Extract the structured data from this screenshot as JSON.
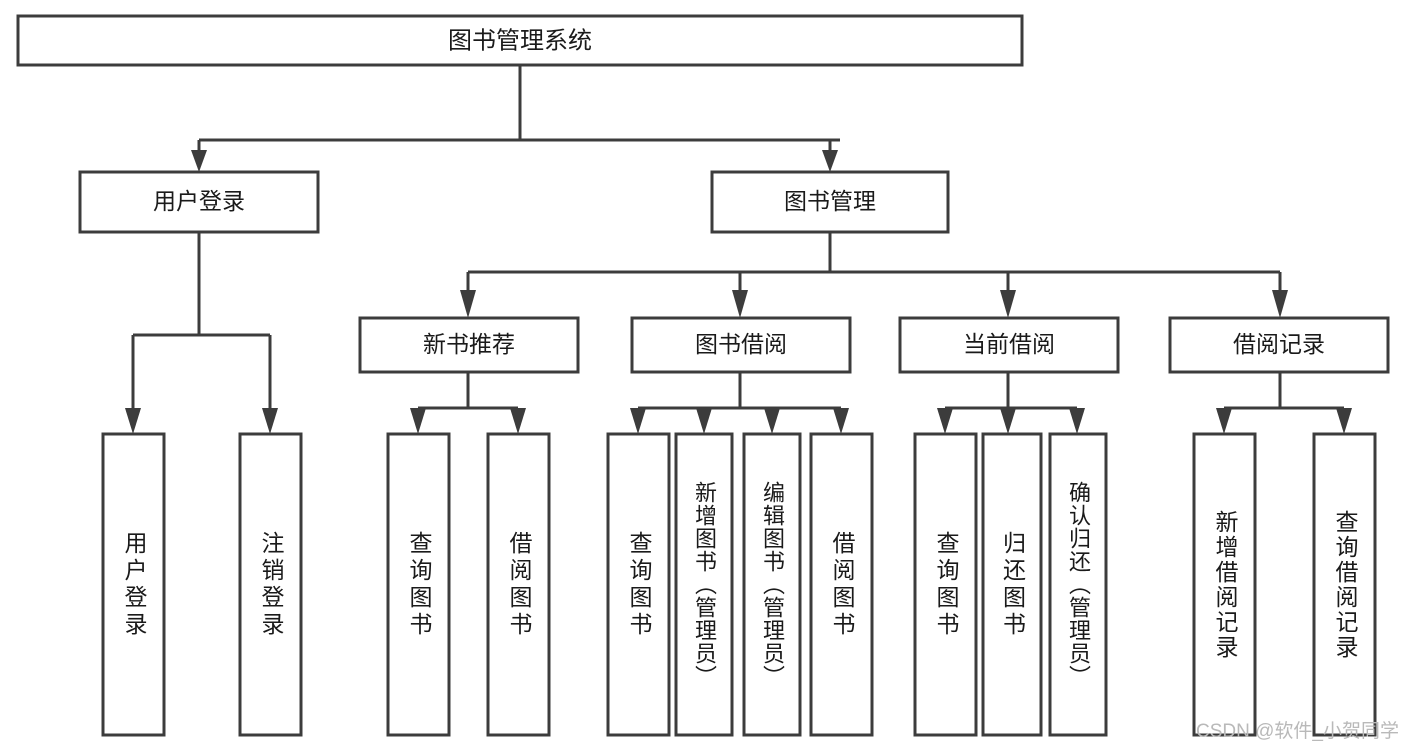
{
  "diagram": {
    "title": "图书管理系统",
    "type": "tree",
    "orientation": "top-down",
    "colors": {
      "box_fill": "#ffffff",
      "box_stroke": "#3c3c3c",
      "text": "#1a1a1a",
      "background": "#ffffff",
      "watermark": "#b9b9b9"
    },
    "root": {
      "label": "图书管理系统"
    },
    "level2": [
      {
        "label": "用户登录"
      },
      {
        "label": "图书管理"
      }
    ],
    "level3": [
      {
        "label": "新书推荐"
      },
      {
        "label": "图书借阅"
      },
      {
        "label": "当前借阅"
      },
      {
        "label": "借阅记录"
      }
    ],
    "leaves": {
      "user_login": [
        {
          "label": "用户登录"
        },
        {
          "label": "注销登录"
        }
      ],
      "new_book_recommend": [
        {
          "label": "查询图书"
        },
        {
          "label": "借阅图书"
        }
      ],
      "book_borrow": [
        {
          "label": "查询图书"
        },
        {
          "label": "新增图书（管理员）"
        },
        {
          "label": "编辑图书（管理员）"
        },
        {
          "label": "借阅图书"
        }
      ],
      "current_borrow": [
        {
          "label": "查询图书"
        },
        {
          "label": "归还图书"
        },
        {
          "label": "确认归还（管理员）"
        }
      ],
      "borrow_record": [
        {
          "label": "新增借阅记录"
        },
        {
          "label": "查询借阅记录"
        }
      ]
    }
  },
  "watermark": {
    "text": "CSDN @软件_小贺同学"
  }
}
